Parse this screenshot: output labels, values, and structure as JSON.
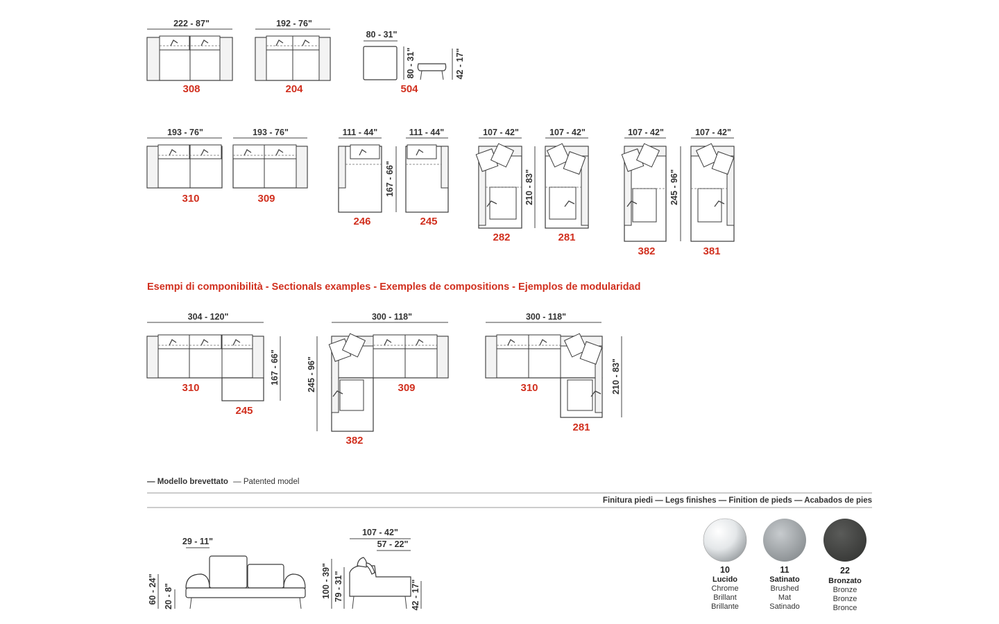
{
  "modules": {
    "m308": {
      "code": "308",
      "width": "222 - 87\""
    },
    "m204": {
      "code": "204",
      "width": "192 - 76\""
    },
    "m504": {
      "code": "504",
      "width": "80 - 31\"",
      "depth": "80 - 31\"",
      "height": "42 - 17\""
    },
    "m310": {
      "code": "310",
      "width": "193 - 76\""
    },
    "m309": {
      "code": "309",
      "width": "193 - 76\""
    },
    "m246": {
      "code": "246",
      "width": "111 - 44\""
    },
    "m245": {
      "code": "245",
      "width": "111 - 44\"",
      "depth": "167 - 66\""
    },
    "m282": {
      "code": "282",
      "width": "107 - 42\""
    },
    "m281": {
      "code": "281",
      "width": "107 - 42\"",
      "depth": "210 - 83\""
    },
    "m382": {
      "code": "382",
      "width": "107 - 42\""
    },
    "m381": {
      "code": "381",
      "width": "107 - 42\"",
      "depth": "245 - 96\""
    }
  },
  "examples_heading": "Esempi di componibilità  -  Sectionals examples - Exemples de compositions - Ejemplos de modularidad",
  "examples": [
    {
      "width": "304 - 120\"",
      "depth": "167 - 66\"",
      "codes": [
        "310",
        "245"
      ]
    },
    {
      "width": "300 - 118\"",
      "depth": "245 - 96\"",
      "codes": [
        "309",
        "382"
      ]
    },
    {
      "width": "300 - 118\"",
      "depth": "210 - 83\"",
      "codes": [
        "310",
        "281"
      ]
    }
  ],
  "patent": {
    "it": "— Modello brevettato",
    "en": "— Patented model"
  },
  "legs_heading": "Finitura piedi — Legs finishes — Finition de pieds — Acabados de pies",
  "elevation": {
    "headrest": "29 - 11\"",
    "overall_height": "60 - 24\"",
    "leg_height": "20 - 8\"",
    "side_depth": "107 - 42\"",
    "seat_depth": "57 - 22\"",
    "headrest_up_height": "100 - 39\"",
    "back_height": "79 - 31\"",
    "seat_height": "42 - 17\""
  },
  "finishes": [
    {
      "number": "10",
      "name": "Lucido",
      "en": "Chrome",
      "fr": "Brillant",
      "es": "Brillante",
      "color": "#e9ecee"
    },
    {
      "number": "11",
      "name": "Satinato",
      "en": "Brushed",
      "fr": "Mat",
      "es": "Satinado",
      "color": "#aeb3b6"
    },
    {
      "number": "22",
      "name": "Bronzato",
      "en": "Bronze",
      "fr": "Bronze",
      "es": "Bronce",
      "color": "#4b4c4a"
    }
  ]
}
